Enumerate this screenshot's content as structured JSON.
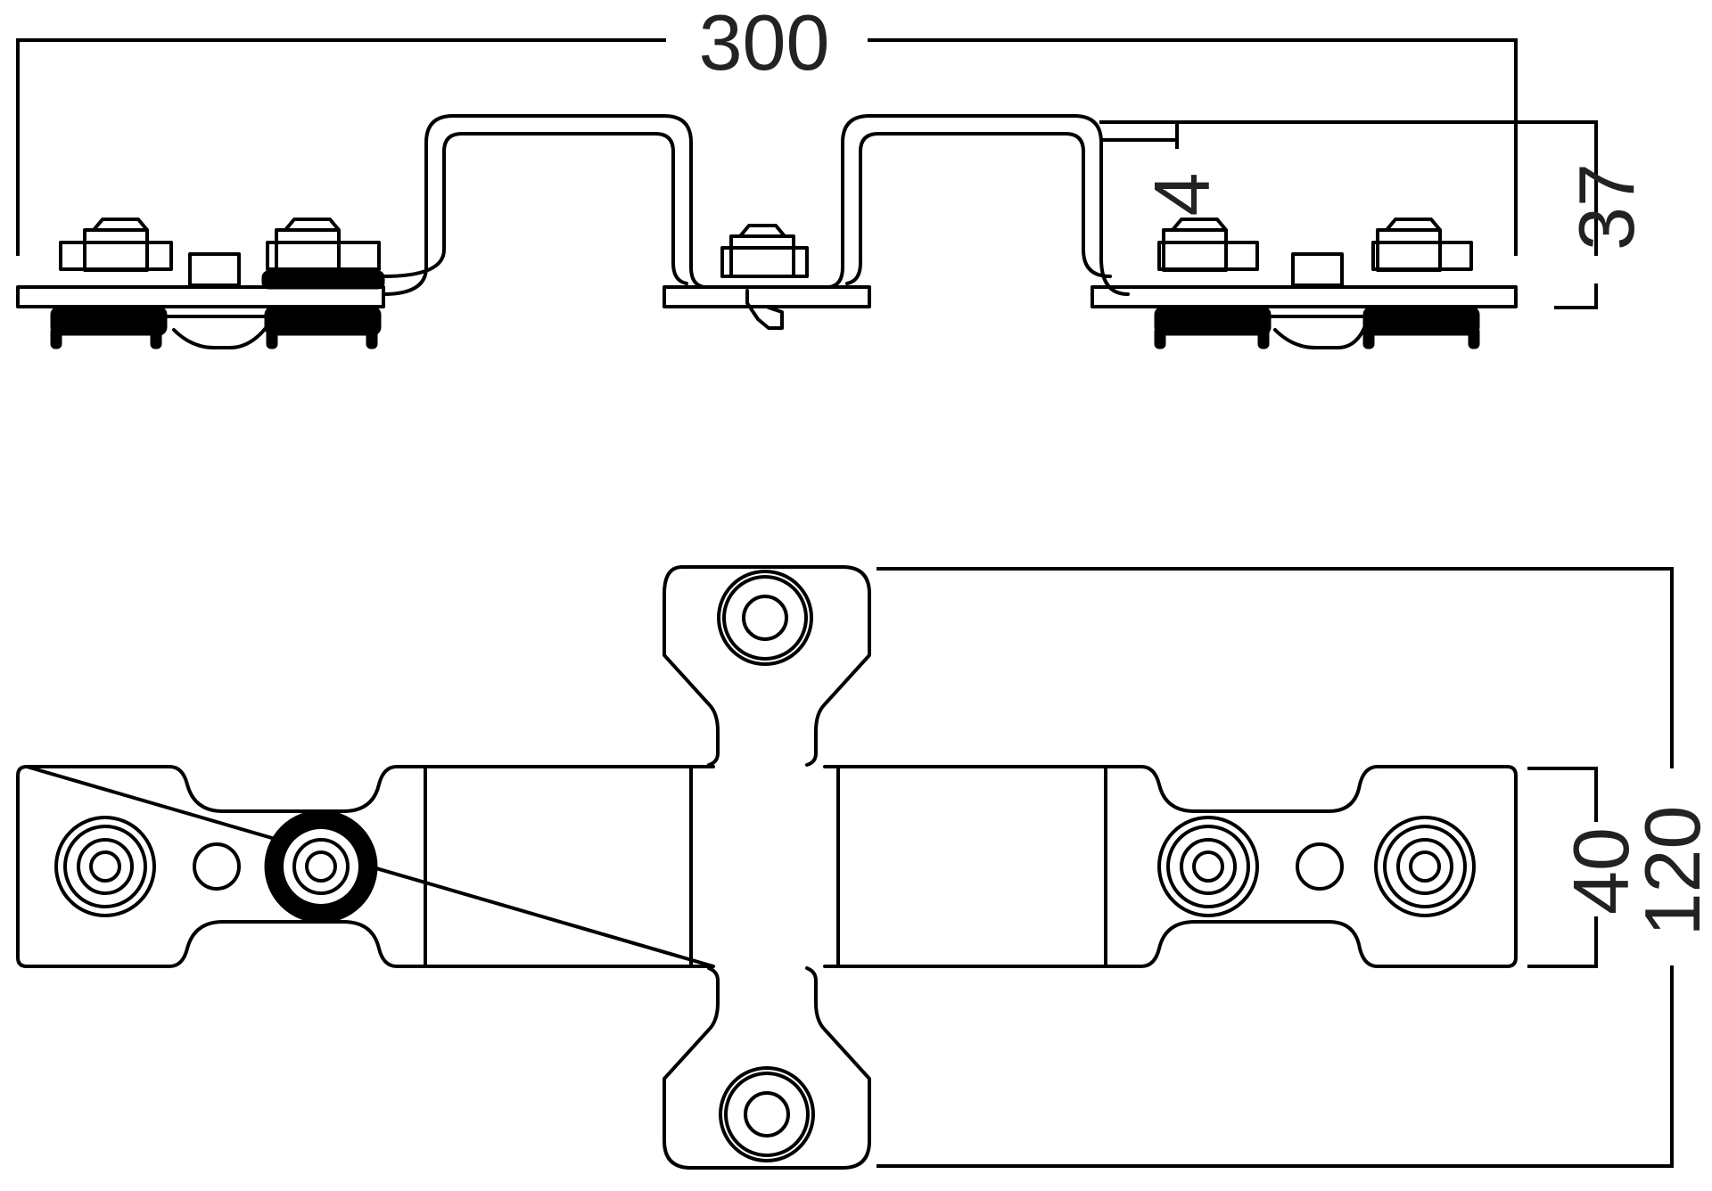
{
  "drawing": {
    "dimensions": {
      "overall_length": "300",
      "overall_height": "37",
      "material_thickness": "4",
      "strap_width": "40",
      "overall_width": "120"
    }
  }
}
